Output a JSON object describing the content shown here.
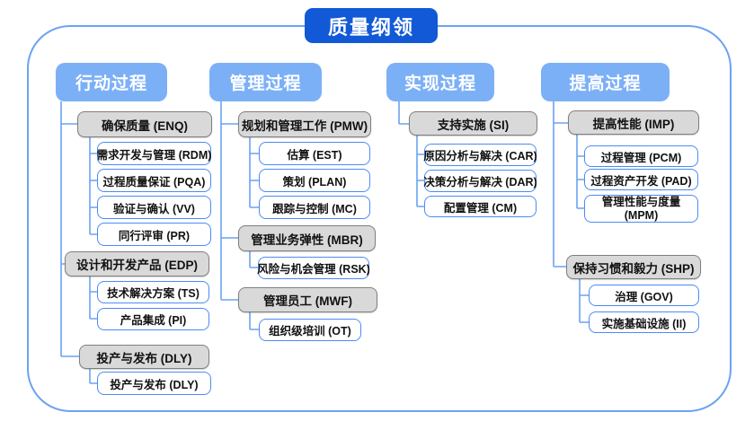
{
  "title": "质量纲领",
  "colors": {
    "title_bg": "#1159d6",
    "header_bg": "#7cb0f6",
    "group_bg": "#d9d9d9",
    "group_border": "#7f7f7f",
    "leaf_border": "#4b8bf5",
    "connector": "#6ba3f0",
    "text": "#111111"
  },
  "diagram_type": "tree",
  "columns": [
    {
      "label": "行动过程",
      "groups": [
        {
          "label": "确保质量 (ENQ)",
          "children": [
            "需求开发与管理 (RDM)",
            "过程质量保证 (PQA)",
            "验证与确认 (VV)",
            "同行评审 (PR)"
          ]
        },
        {
          "label": "设计和开发产品 (EDP)",
          "children": [
            "技术解决方案 (TS)",
            "产品集成 (PI)"
          ]
        },
        {
          "label": "投产与发布 (DLY)",
          "children": [
            "投产与发布 (DLY)"
          ]
        }
      ]
    },
    {
      "label": "管理过程",
      "groups": [
        {
          "label": "规划和管理工作 (PMW)",
          "children": [
            "估算 (EST)",
            "策划 (PLAN)",
            "跟踪与控制 (MC)"
          ]
        },
        {
          "label": "管理业务弹性 (MBR)",
          "children": [
            "风险与机会管理 (RSK)"
          ]
        },
        {
          "label": "管理员工 (MWF)",
          "children": [
            "组织级培训 (OT)"
          ]
        }
      ]
    },
    {
      "label": "实现过程",
      "groups": [
        {
          "label": "支持实施 (SI)",
          "children": [
            "原因分析与解决 (CAR)",
            "决策分析与解决 (DAR)",
            "配置管理 (CM)"
          ]
        }
      ]
    },
    {
      "label": "提高过程",
      "groups": [
        {
          "label": "提高性能 (IMP)",
          "children": [
            "过程管理 (PCM)",
            "过程资产开发 (PAD)",
            "管理性能与度量 (MPM)"
          ]
        },
        {
          "label": "保持习惯和毅力 (SHP)",
          "children": [
            "治理 (GOV)",
            "实施基础设施 (II)"
          ]
        }
      ]
    }
  ]
}
